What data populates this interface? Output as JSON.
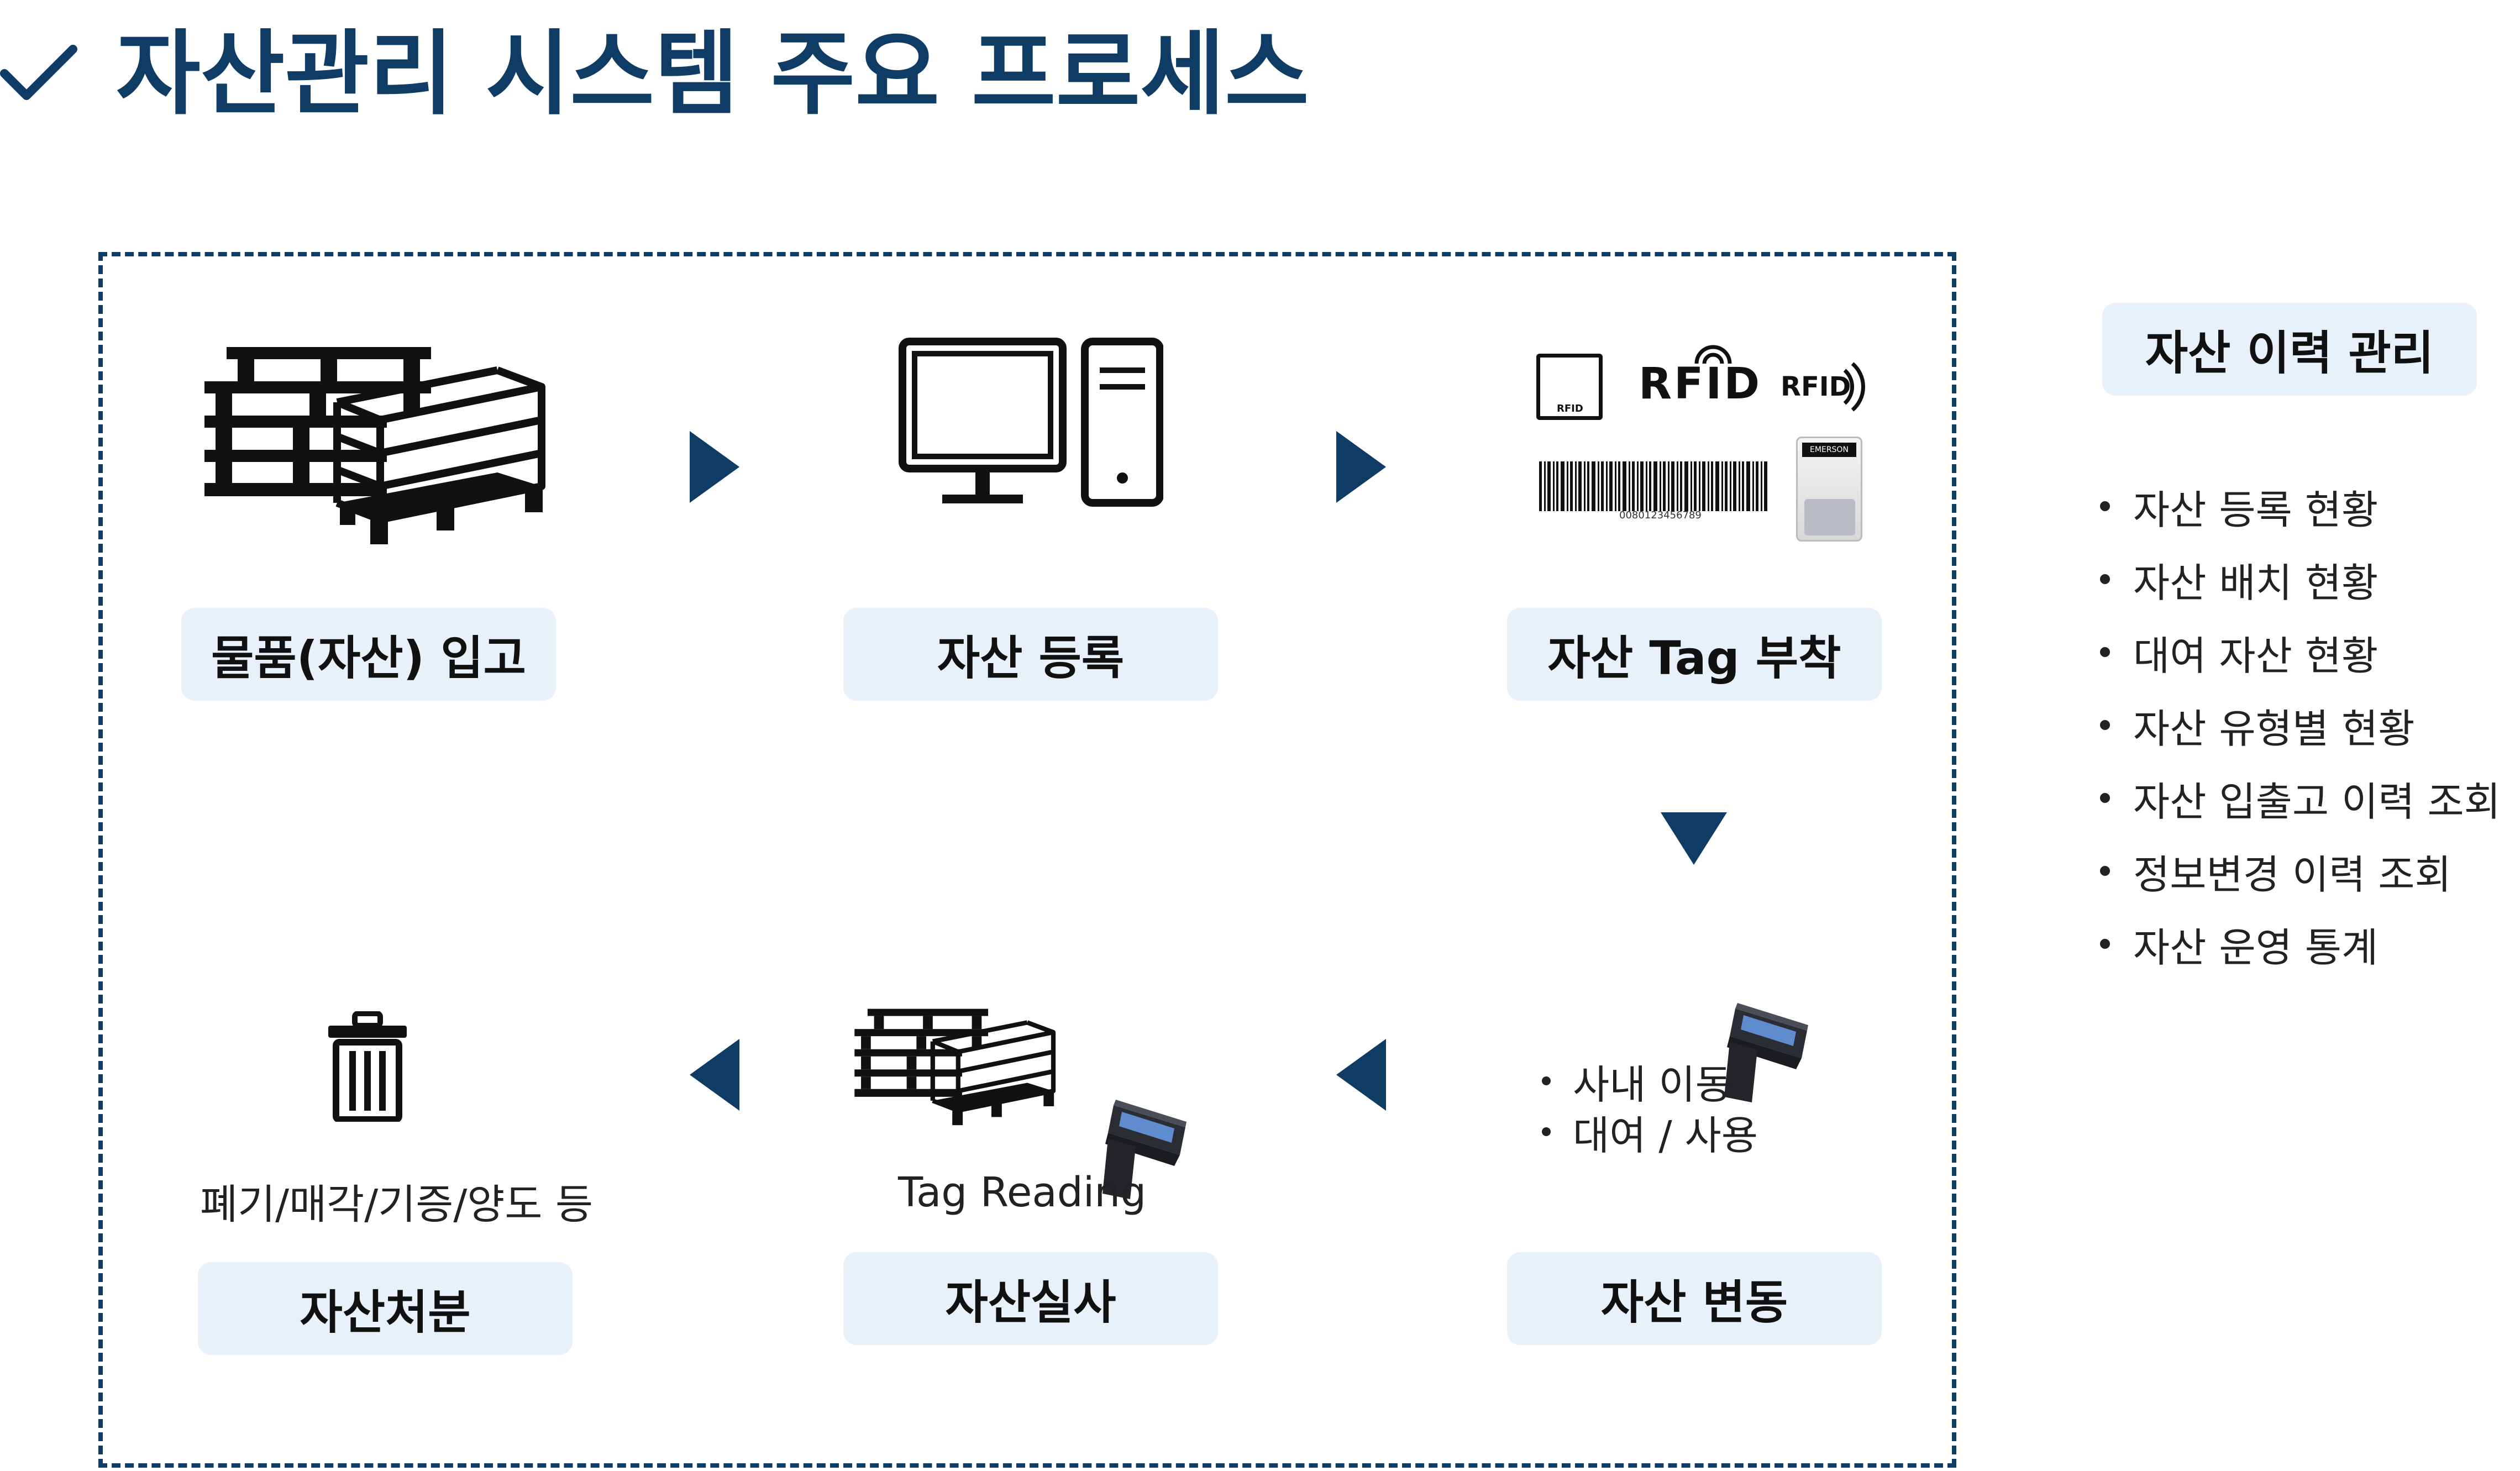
{
  "title": "자산관리 시스템 주요 프로세스",
  "steps": {
    "receive": "물품(자산) 입고",
    "register": "자산 등록",
    "tag": "자산 Tag 부착",
    "change": "자산 변동",
    "audit": "자산실사",
    "dispose": "자산처분"
  },
  "tag_icons": {
    "rfid_small": "RFID",
    "rfid_logo": "RFID",
    "rfid_wave": "RFID",
    "barcode_number": "0080123456789",
    "device_brand": "EMERSON"
  },
  "notes": {
    "dispose": "폐기/매각/기증/양도 등",
    "audit": "Tag Reading",
    "change_items": [
      "사내 이동",
      "대여 / 사용"
    ]
  },
  "history": {
    "title": "자산 이력 관리",
    "items": [
      "자산 등록 현황",
      "자산 배치 현황",
      "대여 자산 현황",
      "자산 유형별 현황",
      "자산 입출고 이력 조회",
      "정보변경 이력 조회",
      "자산 운영 통계"
    ]
  },
  "colors": {
    "accent": "#0f3c64",
    "label_bg": "#e8f0f9"
  }
}
